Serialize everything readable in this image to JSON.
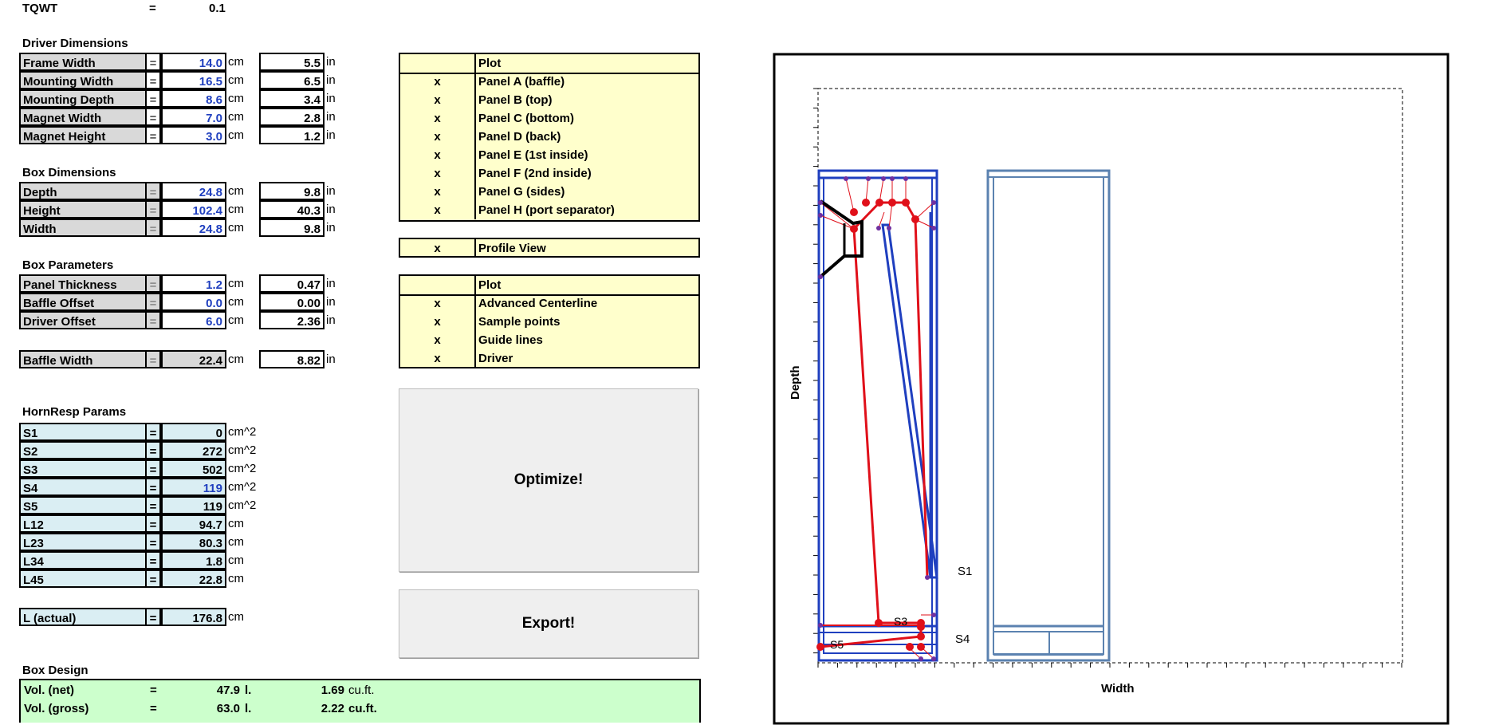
{
  "header": {
    "label": "TQWT",
    "eq": "=",
    "value": "0.1"
  },
  "driver": {
    "title": "Driver Dimensions",
    "rows": [
      {
        "label": "Frame Width",
        "eq": "=",
        "cm": "14.0",
        "cm_unit": "cm",
        "in": "5.5",
        "in_unit": "in"
      },
      {
        "label": "Mounting Width",
        "eq": "=",
        "cm": "16.5",
        "cm_unit": "cm",
        "in": "6.5",
        "in_unit": "in"
      },
      {
        "label": "Mounting Depth",
        "eq": "=",
        "cm": "8.6",
        "cm_unit": "cm",
        "in": "3.4",
        "in_unit": "in"
      },
      {
        "label": "Magnet Width",
        "eq": "=",
        "cm": "7.0",
        "cm_unit": "cm",
        "in": "2.8",
        "in_unit": "in"
      },
      {
        "label": "Magnet Height",
        "eq": "=",
        "cm": "3.0",
        "cm_unit": "cm",
        "in": "1.2",
        "in_unit": "in"
      }
    ]
  },
  "box": {
    "title": "Box Dimensions",
    "rows": [
      {
        "label": "Depth",
        "eq": "=",
        "cm": "24.8",
        "cm_unit": "cm",
        "in": "9.8",
        "in_unit": "in"
      },
      {
        "label": "Height",
        "eq": "=",
        "cm": "102.4",
        "cm_unit": "cm",
        "in": "40.3",
        "in_unit": "in"
      },
      {
        "label": "Width",
        "eq": "=",
        "cm": "24.8",
        "cm_unit": "cm",
        "in": "9.8",
        "in_unit": "in"
      }
    ]
  },
  "params": {
    "title": "Box Parameters",
    "rows": [
      {
        "label": "Panel Thickness",
        "eq": "=",
        "cm": "1.2",
        "cm_unit": "cm",
        "in": "0.47",
        "in_unit": "in"
      },
      {
        "label": "Baffle Offset",
        "eq": "=",
        "cm": "0.0",
        "cm_unit": "cm",
        "in": "0.00",
        "in_unit": "in"
      },
      {
        "label": "Driver Offset",
        "eq": "=",
        "cm": "6.0",
        "cm_unit": "cm",
        "in": "2.36",
        "in_unit": "in"
      }
    ],
    "baffle": {
      "label": "Baffle Width",
      "eq": "=",
      "cm": "22.4",
      "cm_unit": "cm",
      "in": "8.82",
      "in_unit": "in"
    }
  },
  "hornresp": {
    "title": "HornResp Params",
    "rows": [
      {
        "label": "S1",
        "eq": "=",
        "value": "0",
        "unit": "cm^2"
      },
      {
        "label": "S2",
        "eq": "=",
        "value": "272",
        "unit": "cm^2"
      },
      {
        "label": "S3",
        "eq": "=",
        "value": "502",
        "unit": "cm^2"
      },
      {
        "label": "S4",
        "eq": "=",
        "value": "119",
        "unit": "cm^2"
      },
      {
        "label": "S5",
        "eq": "=",
        "value": "119",
        "unit": "cm^2"
      },
      {
        "label": "L12",
        "eq": "=",
        "value": "94.7",
        "unit": "cm"
      },
      {
        "label": "L23",
        "eq": "=",
        "value": "80.3",
        "unit": "cm"
      },
      {
        "label": "L34",
        "eq": "=",
        "value": "1.8",
        "unit": "cm"
      },
      {
        "label": "L45",
        "eq": "=",
        "value": "22.8",
        "unit": "cm"
      }
    ],
    "actual": {
      "label": "L (actual)",
      "eq": "=",
      "value": "176.8",
      "unit": "cm"
    }
  },
  "design": {
    "title": "Box Design",
    "rows": [
      {
        "label": "Vol. (net)",
        "eq": "=",
        "liters": "47.9",
        "l_unit": "l.",
        "cuft": "1.69",
        "cuft_unit": "cu.ft."
      },
      {
        "label": "Vol. (gross)",
        "eq": "=",
        "liters": "63.0",
        "l_unit": "l.",
        "cuft": "2.22",
        "cuft_unit": "cu.ft."
      }
    ]
  },
  "plot_panels": {
    "header": "Plot",
    "items": [
      {
        "mark": "x",
        "label": "Panel A (baffle)"
      },
      {
        "mark": "x",
        "label": "Panel B (top)"
      },
      {
        "mark": "x",
        "label": "Panel C (bottom)"
      },
      {
        "mark": "x",
        "label": "Panel D (back)"
      },
      {
        "mark": "x",
        "label": "Panel E (1st inside)"
      },
      {
        "mark": "x",
        "label": "Panel F (2nd inside)"
      },
      {
        "mark": "x",
        "label": "Panel G (sides)"
      },
      {
        "mark": "x",
        "label": "Panel H (port separator)"
      }
    ]
  },
  "profile": {
    "mark": "x",
    "label": "Profile View"
  },
  "plot_options": {
    "header": "Plot",
    "items": [
      {
        "mark": "x",
        "label": "Advanced Centerline"
      },
      {
        "mark": "x",
        "label": "Sample points"
      },
      {
        "mark": "x",
        "label": "Guide lines"
      },
      {
        "mark": "x",
        "label": "Driver"
      }
    ]
  },
  "buttons": {
    "optimize": "Optimize!",
    "export": "Export!"
  },
  "diagram": {
    "ylabel": "Depth",
    "xlabel": "Width",
    "labels": {
      "s1": "S1",
      "s3": "S3",
      "s4": "S4",
      "s5": "S5"
    },
    "colors": {
      "enclosure": "#1f3fbf",
      "centerline": "#e0101a",
      "side_view": "#5b82b0",
      "driver": "#000000",
      "points": "#7030a0"
    }
  }
}
